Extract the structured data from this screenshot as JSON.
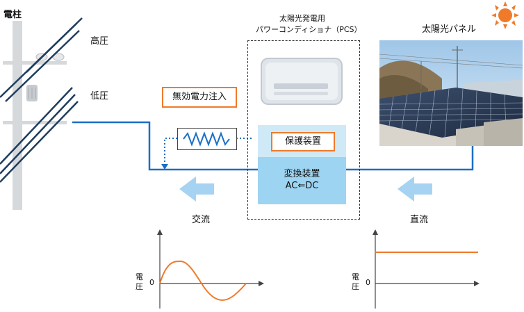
{
  "labels": {
    "pole": "電柱",
    "high_voltage": "高圧",
    "low_voltage": "低圧",
    "reactive_power": "無効電力注入",
    "pcs_title": "太陽光発電用",
    "pcs_subtitle": "パワーコンディショナ（PCS）",
    "solar_panel": "太陽光パネル",
    "protection": "保護装置",
    "converter_line1": "変換装置",
    "converter_line2": "AC⇐DC",
    "ac": "交流",
    "dc": "直流"
  },
  "graphs": {
    "ac": {
      "ylabel": "電圧",
      "zero": "0"
    },
    "dc": {
      "ylabel": "電圧",
      "zero": "0"
    }
  },
  "colors": {
    "line_blue": "#1a6fc4",
    "arrow_blue": "#a7d3f2",
    "orange": "#f07a2a",
    "pole_gray": "#d6d9dc"
  }
}
